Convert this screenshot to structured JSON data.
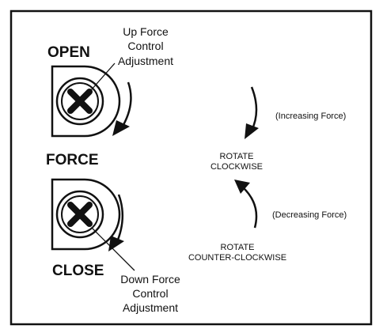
{
  "labels": {
    "open": "OPEN",
    "force": "FORCE",
    "close": "CLOSE",
    "up_force_line1": "Up Force",
    "up_force_line2": "Control",
    "up_force_line3": "Adjustment",
    "down_force_line1": "Down Force",
    "down_force_line2": "Control",
    "down_force_line3": "Adjustment",
    "increasing": "(Increasing Force)",
    "decreasing": "(Decreasing Force)",
    "rotate_cw_line1": "ROTATE",
    "rotate_cw_line2": "CLOCKWISE",
    "rotate_ccw_line1": "ROTATE",
    "rotate_ccw_line2": "COUNTER-CLOCKWISE"
  }
}
